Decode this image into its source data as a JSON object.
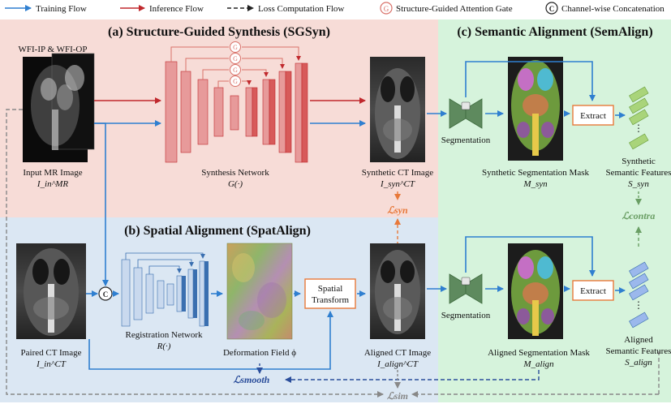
{
  "legend": {
    "training_flow": "Training Flow",
    "inference_flow": "Inference Flow",
    "loss_flow": "Loss Computation Flow",
    "gate_symbol": "G",
    "gate": "Structure-Guided Attention Gate",
    "concat_symbol": "C",
    "concat": "Channel-wise Concatenation"
  },
  "sections": {
    "sgsyn": "(a) Structure-Guided Synthesis (SGSyn)",
    "spatalign": "(b) Spatial Alignment (SpatAlign)",
    "semalign": "(c) Semantic Alignment (SemAlign)"
  },
  "inputs": {
    "wfi": "WFI-IP & WFI-OP",
    "mr_label": "Input MR Image",
    "mr_math": "I_in^MR",
    "ct_label": "Paired CT Image",
    "ct_math": "I_in^CT"
  },
  "networks": {
    "synthesis_label": "Synthesis Network",
    "synthesis_math": "G(·)",
    "registration_label": "Registration Network",
    "registration_math": "R(·)"
  },
  "deformation": {
    "label": "Deformation Field ϕ"
  },
  "spatial_transform": {
    "line1": "Spatial",
    "line2": "Transform"
  },
  "outputs": {
    "syn_ct_label": "Synthetic CT Image",
    "syn_ct_math": "I_syn^CT",
    "aligned_ct_label": "Aligned CT Image",
    "aligned_ct_math": "I_align^CT"
  },
  "semantic": {
    "segmentation_top": "Segmentation",
    "segmentation_bottom": "Segmentation",
    "syn_mask_label": "Synthetic Segmentation Mask",
    "syn_mask_math": "M_syn",
    "align_mask_label": "Aligned Segmentation Mask",
    "align_mask_math": "M_align",
    "extract_top": "Extract",
    "extract_bottom": "Extract",
    "syn_feat_line1": "Synthetic",
    "syn_feat_line2": "Semantic Features",
    "syn_feat_math": "S_syn",
    "align_feat_line1": "Aligned",
    "align_feat_line2": "Semantic Features",
    "align_feat_math": "S_align",
    "dots": "⋮"
  },
  "losses": {
    "syn": "ℒsyn",
    "contra": "ℒcontra",
    "smooth": "ℒsmooth",
    "sim": "ℒsim"
  },
  "colors": {
    "training": "#2f7fd0",
    "inference": "#c0282d",
    "loss_dark": "#2b4e9b",
    "loss_orange": "#e8793a",
    "loss_green": "#6a9e64",
    "loss_gray": "#888888",
    "bg_a": "#f7dcd7",
    "bg_b": "#dbe7f3",
    "bg_c": "#d6f3dc"
  }
}
